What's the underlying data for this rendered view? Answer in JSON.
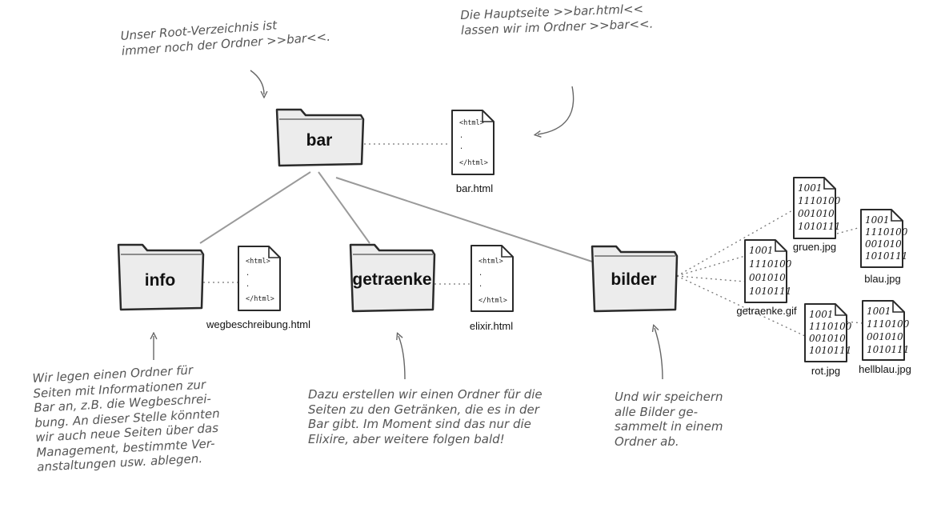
{
  "folders": {
    "root": "bar",
    "info": "info",
    "getraenke": "getraenke",
    "bilder": "bilder"
  },
  "files": {
    "bar_html": {
      "name": "bar.html",
      "code_open": "<html>",
      "code_close": "</html>"
    },
    "wegbeschreibung": {
      "name": "wegbeschreibung.html",
      "code_open": "<html>",
      "code_close": "</html>"
    },
    "elixir": {
      "name": "elixir.html",
      "code_open": "<html>",
      "code_close": "</html>"
    },
    "gruen": {
      "name": "gruen.jpg",
      "bits": [
        "1001",
        "1110100",
        "001010",
        "1010111"
      ]
    },
    "blau": {
      "name": "blau.jpg",
      "bits": [
        "1001",
        "1110100",
        "001010",
        "1010111"
      ]
    },
    "getraenke_gif": {
      "name": "getraenke.gif",
      "bits": [
        "1001",
        "1110100",
        "001010",
        "1010111"
      ]
    },
    "rot": {
      "name": "rot.jpg",
      "bits": [
        "1001",
        "1110100",
        "001010",
        "1010111"
      ]
    },
    "hellblau": {
      "name": "hellblau.jpg",
      "bits": [
        "1001",
        "1110100",
        "001010",
        "1010111"
      ]
    }
  },
  "annotations": {
    "root_note": [
      "Unser Root-Verzeichnis ist",
      "immer noch der Ordner >>bar<<."
    ],
    "main_page_note": [
      "Die Hauptseite >>bar.html<<",
      "lassen wir im Ordner >>bar<<."
    ],
    "info_note": [
      "Wir legen einen Ordner für",
      "Seiten mit Informationen zur",
      "Bar an, z.B. die Wegbeschrei-",
      "bung. An dieser Stelle könnten",
      "wir auch neue Seiten über das",
      "Management, bestimmte Ver-",
      "anstaltungen usw. ablegen."
    ],
    "getraenke_note": [
      "Dazu erstellen wir einen Ordner für die",
      "Seiten zu den Getränken, die es in der",
      "Bar gibt. Im Moment sind das nur die",
      "Elixire, aber weitere folgen bald!"
    ],
    "bilder_note": [
      "Und wir speichern",
      "alle Bilder ge-",
      "sammelt in einem",
      "Ordner ab."
    ]
  },
  "colors": {
    "folder_fill": "#ececec",
    "folder_stroke": "#2a2a2a",
    "connector": "#9a9a9a",
    "note_text": "#555555"
  }
}
